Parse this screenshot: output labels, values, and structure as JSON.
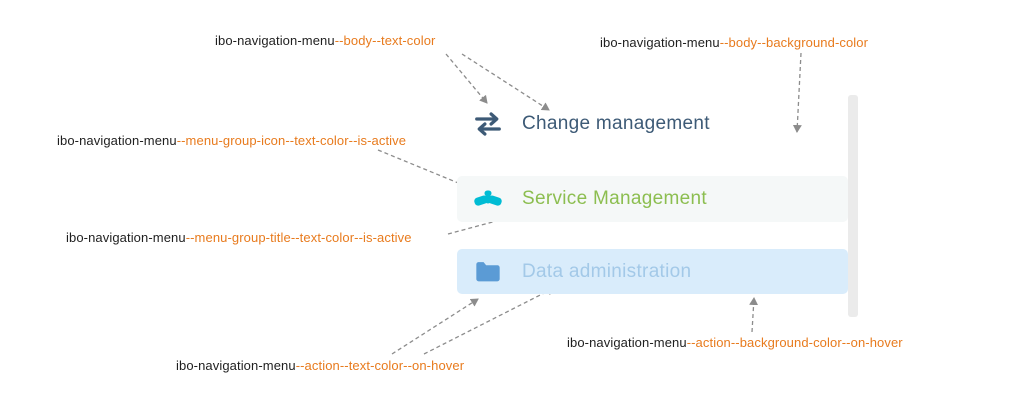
{
  "annotations": [
    {
      "prefix": "ibo-navigation-menu",
      "variable": "--body--text-color"
    },
    {
      "prefix": "ibo-navigation-menu",
      "variable": "--body--background-color"
    },
    {
      "prefix": "ibo-navigation-menu",
      "variable": "--menu-group-icon--text-color--is-active"
    },
    {
      "prefix": "ibo-navigation-menu",
      "variable": "--menu-group-title--text-color--is-active"
    },
    {
      "prefix": "ibo-navigation-menu",
      "variable": "--action--text-color--on-hover"
    },
    {
      "prefix": "ibo-navigation-menu",
      "variable": "--action--background-color--on-hover"
    }
  ],
  "menu": {
    "items": [
      {
        "label": "Change management",
        "icon": "swap-arrows-icon",
        "text_color": "#3d5a76",
        "icon_color": "#3d5a76",
        "background": "transparent"
      },
      {
        "label": "Service Management",
        "icon": "handshake-icon",
        "text_color": "#8cbe50",
        "icon_color": "#00bcd4",
        "background": "#f5f8f8"
      },
      {
        "label": "Data administration",
        "icon": "folder-icon",
        "text_color": "#a3c9e8",
        "icon_color": "#5b9bd5",
        "background": "#d9ecfb"
      }
    ]
  },
  "colors": {
    "annotation_prefix": "#1f1f1f",
    "annotation_variable": "#e87b1e",
    "arrow": "#8c8c8c",
    "menu_body_background": "#ebebeb",
    "canvas_background": "#ffffff"
  }
}
